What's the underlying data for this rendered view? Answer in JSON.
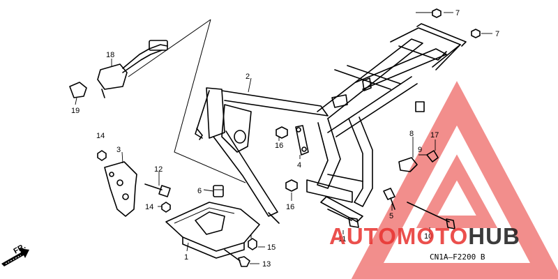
{
  "diagram": {
    "code": "CN1A–F2200 B",
    "direction": "FR.",
    "callouts": [
      {
        "id": "c1",
        "text": "1"
      },
      {
        "id": "c2",
        "text": "2"
      },
      {
        "id": "c3",
        "text": "3"
      },
      {
        "id": "c4",
        "text": "4"
      },
      {
        "id": "c5",
        "text": "5"
      },
      {
        "id": "c6",
        "text": "6"
      },
      {
        "id": "c7a",
        "text": "7"
      },
      {
        "id": "c7b",
        "text": "7"
      },
      {
        "id": "c8",
        "text": "8"
      },
      {
        "id": "c9",
        "text": "9"
      },
      {
        "id": "c10",
        "text": "10"
      },
      {
        "id": "c11",
        "text": "11"
      },
      {
        "id": "c12",
        "text": "12"
      },
      {
        "id": "c13",
        "text": "13"
      },
      {
        "id": "c14a",
        "text": "14"
      },
      {
        "id": "c14b",
        "text": "14"
      },
      {
        "id": "c15",
        "text": "15"
      },
      {
        "id": "c16a",
        "text": "16"
      },
      {
        "id": "c16b",
        "text": "16"
      },
      {
        "id": "c17",
        "text": "17"
      },
      {
        "id": "c18",
        "text": "18"
      },
      {
        "id": "c19",
        "text": "19"
      }
    ]
  },
  "watermark": {
    "brand_part1": "AUTOMOTO",
    "brand_part2": "HUB",
    "accent_color": "#e8322f",
    "dark_color": "#1a1a1a"
  }
}
